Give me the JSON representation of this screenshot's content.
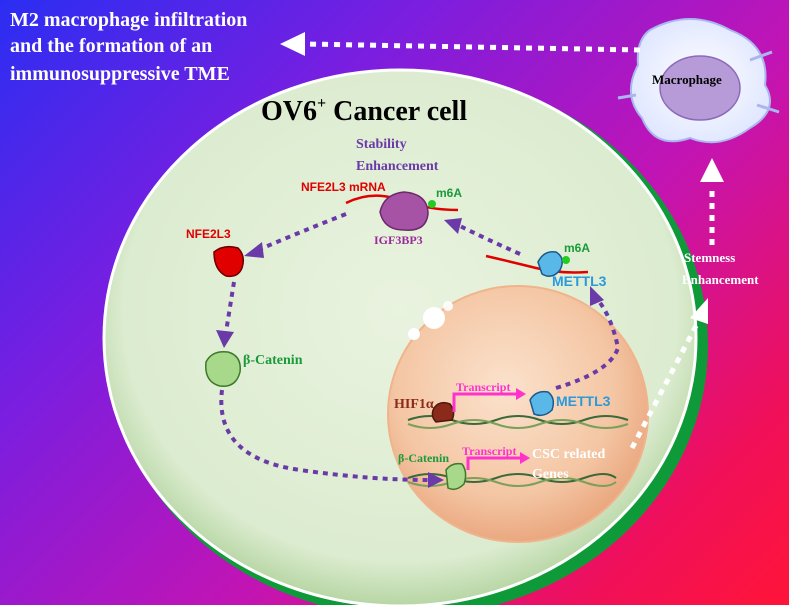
{
  "colors": {
    "background_start": "#2a2ef2",
    "background_end": "#ff1438",
    "cell": "#e9f3df",
    "nucleus": "#f4c6a4",
    "dotted_arrow_pathway": "#6a3aa8",
    "dotted_arrow_white": "#ffffff",
    "transcript": "#ff33cc",
    "nfe2l3": "#e00000",
    "igf2bp3": "#9a2a9a",
    "catenin": "#1a9a3a",
    "mettl3": "#2a9adc",
    "hif1a": "#8b2a1a",
    "stability": "#6a3aa8"
  },
  "labels": {
    "m2_line1": "M2 macrophage infiltration",
    "m2_line2": "and the formation of an",
    "m2_line3": "immunosuppressive TME",
    "cell_title_main": "OV6",
    "cell_title_sup": "+",
    "cell_title_rest": " Cancer  cell",
    "macrophage": "Macrophage",
    "stemness_line1": "Stemness",
    "stemness_line2": "Enhancement",
    "stability_line1": "Stability",
    "stability_line2": "Enhancement",
    "nfe2l3_mrna": "NFE2L3 mRNA",
    "m6a_top": "m6A",
    "igf2bp3": "IGF3BP3",
    "nfe2l3": "NFE2L3",
    "m6a_right": "m6A",
    "mettl3_cyto": "METTL3",
    "beta_catenin_cyto": "β-Catenin",
    "hif1a": "HIF1α",
    "transcript_1": "Transcript",
    "mettl3_nuc": "METTL3",
    "beta_catenin_nuc": "β-Catenin",
    "transcript_2": "Transcript",
    "csc_line1": "CSC related",
    "csc_line2": "Genes"
  }
}
